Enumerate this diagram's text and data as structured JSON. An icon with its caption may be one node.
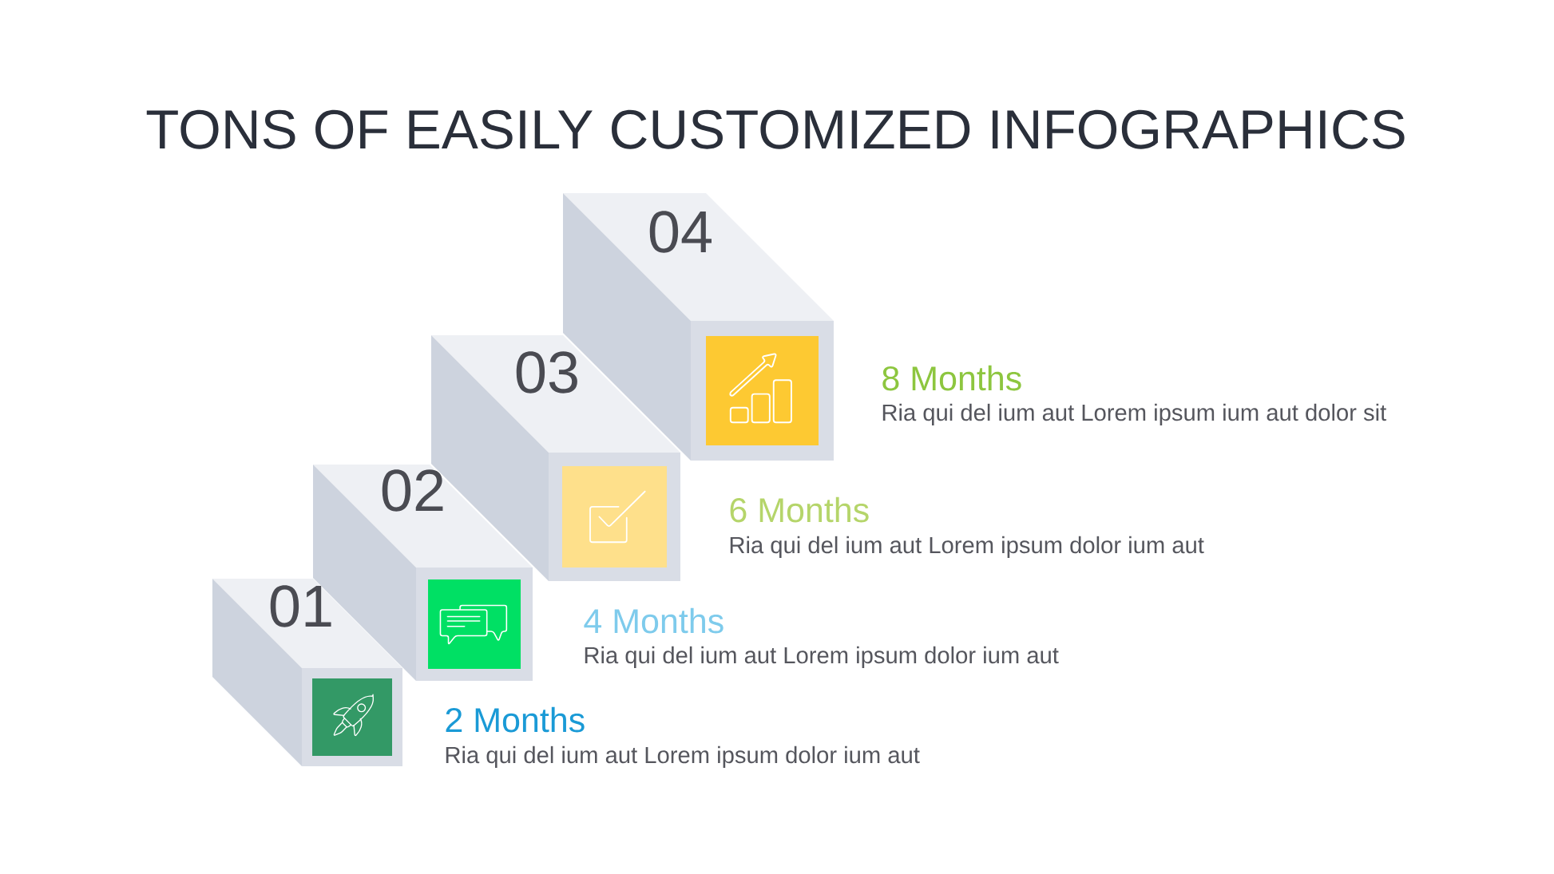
{
  "diagram": {
    "title": "TONS OF EASILY CUSTOMIZED INFOGRAPHICS",
    "nodes": [
      {
        "text": [
          "01"
        ],
        "beside": [
          "2 Months",
          "Ria qui del ium aut Lorem ipsum dolor ium aut"
        ]
      },
      {
        "text": [
          "02"
        ],
        "beside": [
          "4 Months",
          "Ria qui del ium aut Lorem ipsum dolor ium aut"
        ]
      },
      {
        "text": [
          "03"
        ],
        "beside": [
          "6 Months",
          "Ria qui del ium aut Lorem ipsum dolor ium aut"
        ]
      },
      {
        "text": [
          "04"
        ],
        "beside": [
          "8 Months",
          "Ria qui del ium aut Lorem ipsum ium aut dolor sit"
        ]
      }
    ]
  }
}
